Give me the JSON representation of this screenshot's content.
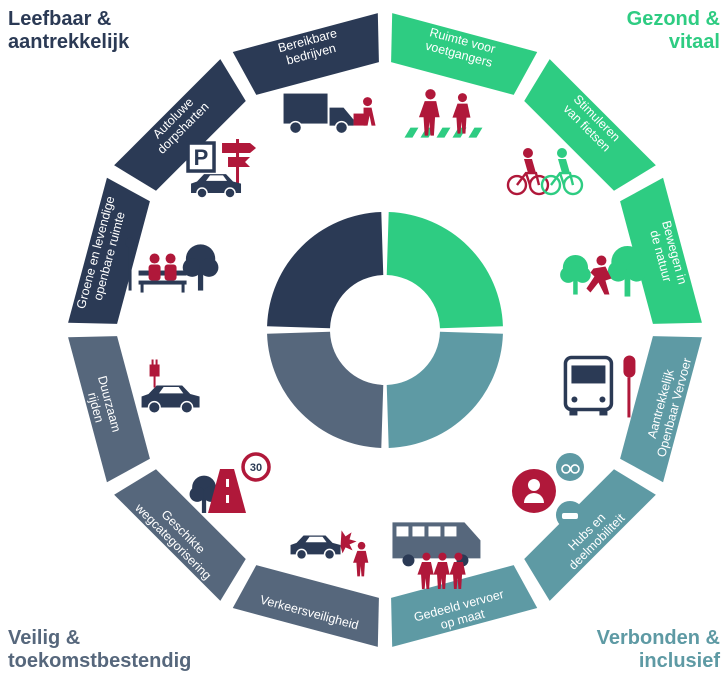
{
  "corners": {
    "top_left": [
      "Leefbaar &",
      "aantrekkelijk"
    ],
    "top_right": [
      "Gezond &",
      "vitaal"
    ],
    "bottom_left": [
      "Veilig &",
      "toekomstbestendig"
    ],
    "bottom_right": [
      "Verbonden &",
      "inclusief"
    ]
  },
  "colors": {
    "leefbaar": "#2b3a55",
    "gezond": "#2ecc82",
    "verbonden": "#5e9aa4",
    "veilig": "#56677c",
    "icon_red": "#b0183a",
    "icon_dark": "#2b3a55",
    "icon_green": "#2ecc82"
  },
  "segments": [
    {
      "lines": [
        "Ruimte voor",
        "voetgangers"
      ],
      "group": "gezond",
      "icon": "pedestrians-crossing-icon"
    },
    {
      "lines": [
        "Stimuleren",
        "van fietsen"
      ],
      "group": "gezond",
      "icon": "cyclists-icon"
    },
    {
      "lines": [
        "Bewegen in",
        "de natuur"
      ],
      "group": "gezond",
      "icon": "runner-trees-icon"
    },
    {
      "lines": [
        "Aantrekkelijk",
        "Openbaar Vervoer"
      ],
      "group": "verbonden",
      "icon": "bus-stop-icon"
    },
    {
      "lines": [
        "Hubs en",
        "deelmobiliteit"
      ],
      "group": "verbonden",
      "icon": "mobility-hub-icon"
    },
    {
      "lines": [
        "Gedeeld vervoer",
        "op maat"
      ],
      "group": "verbonden",
      "icon": "shared-van-icon"
    },
    {
      "lines": [
        "Verkeersveiligheid"
      ],
      "group": "veilig",
      "icon": "car-pedestrian-collision-icon"
    },
    {
      "lines": [
        "Geschikte",
        "wegcategorisering"
      ],
      "group": "veilig",
      "icon": "road-30-sign-icon"
    },
    {
      "lines": [
        "Duurzaam",
        "rijden"
      ],
      "group": "veilig",
      "icon": "ev-charging-car-icon"
    },
    {
      "lines": [
        "Groene en levendige",
        "openbare ruimte"
      ],
      "group": "leefbaar",
      "icon": "park-bench-icon"
    },
    {
      "lines": [
        "Autoluwe",
        "dorpsharten"
      ],
      "group": "leefbaar",
      "icon": "parking-sign-car-icon"
    },
    {
      "lines": [
        "Bereikbare",
        "bedrijven"
      ],
      "group": "leefbaar",
      "icon": "truck-delivery-icon"
    }
  ],
  "inner_ring": [
    {
      "group": "gezond",
      "share": 3
    },
    {
      "group": "verbonden",
      "share": 3
    },
    {
      "group": "veilig",
      "share": 3
    },
    {
      "group": "leefbaar",
      "share": 3
    }
  ]
}
